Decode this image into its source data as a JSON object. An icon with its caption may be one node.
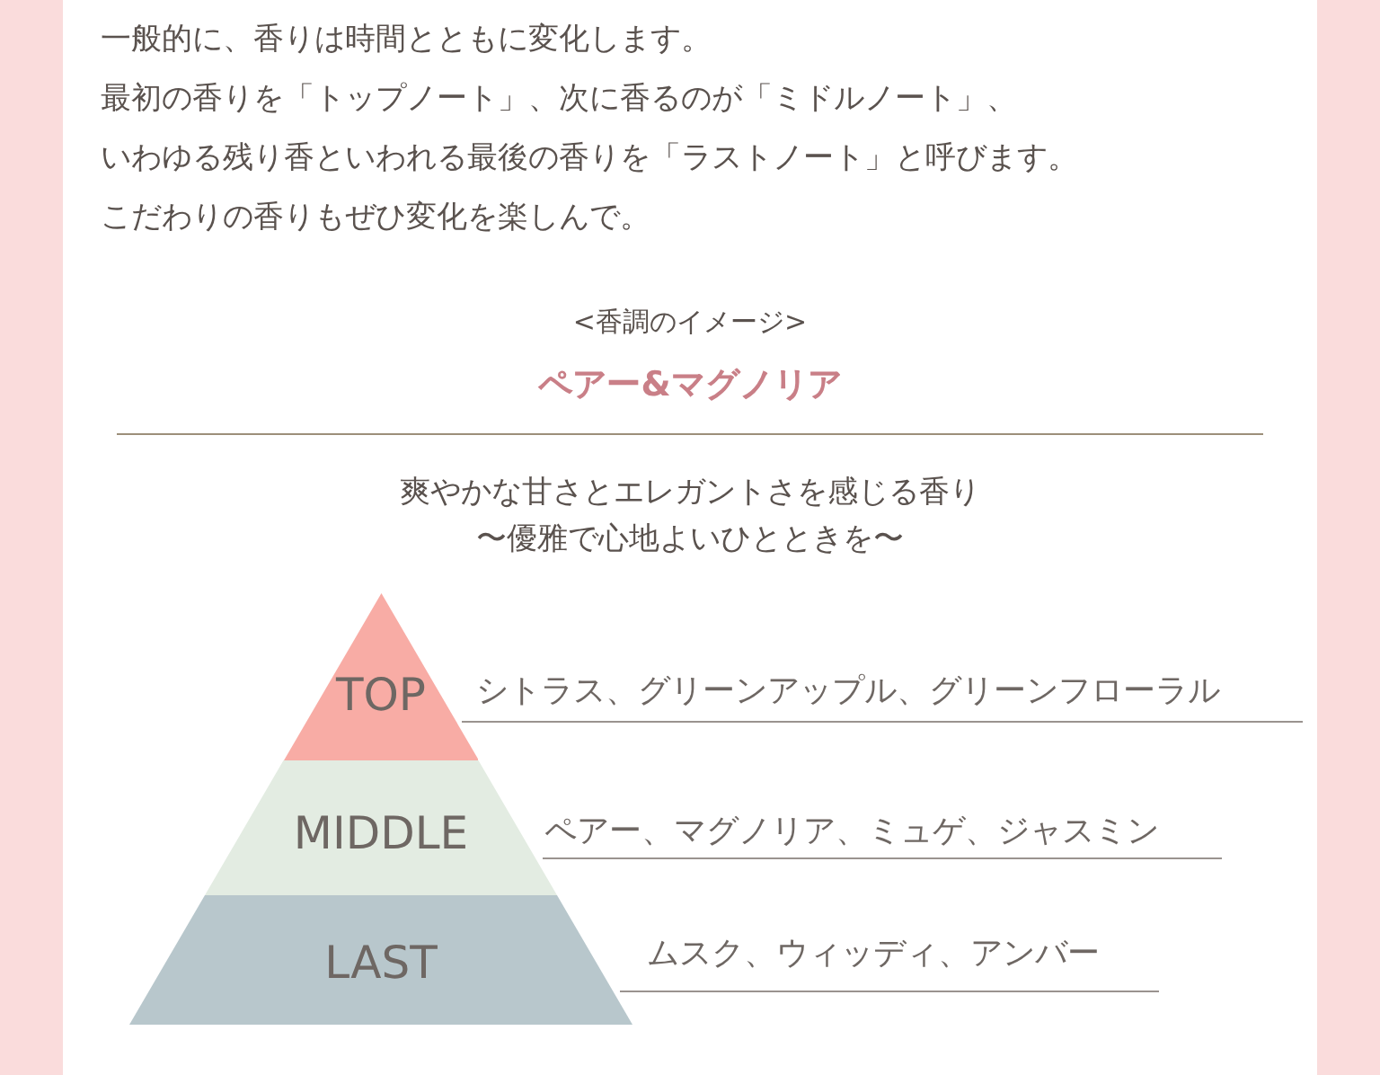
{
  "diagram": {
    "title": "ペアー&マグノリア",
    "nodes": [
      {
        "text": [
          "TOP"
        ],
        "beside": [
          "シトラス、グリーンアップル、グリーンフローラル"
        ]
      },
      {
        "text": [
          "MIDDLE"
        ],
        "beside": [
          "ペアー、マグノリア、ミュゲ、ジャスミン"
        ]
      },
      {
        "text": [
          "LAST"
        ],
        "beside": [
          "ムスク、ウィッディ、アンバー"
        ]
      }
    ],
    "labels": [
      "一般的に、香りは時間とともに変化します。",
      "最初の香りを「トップノート」、次に香るのが「ミドルノート」、",
      "いわゆる残り香といわれる最後の香りを「ラストノート」と呼びます。",
      "こだわりの香りもぜひ変化を楽しんで。",
      "<香調のイメージ>",
      "爽やかな甘さとエレガントさを感じる香り",
      "〜優雅で心地よいひとときを〜"
    ]
  }
}
